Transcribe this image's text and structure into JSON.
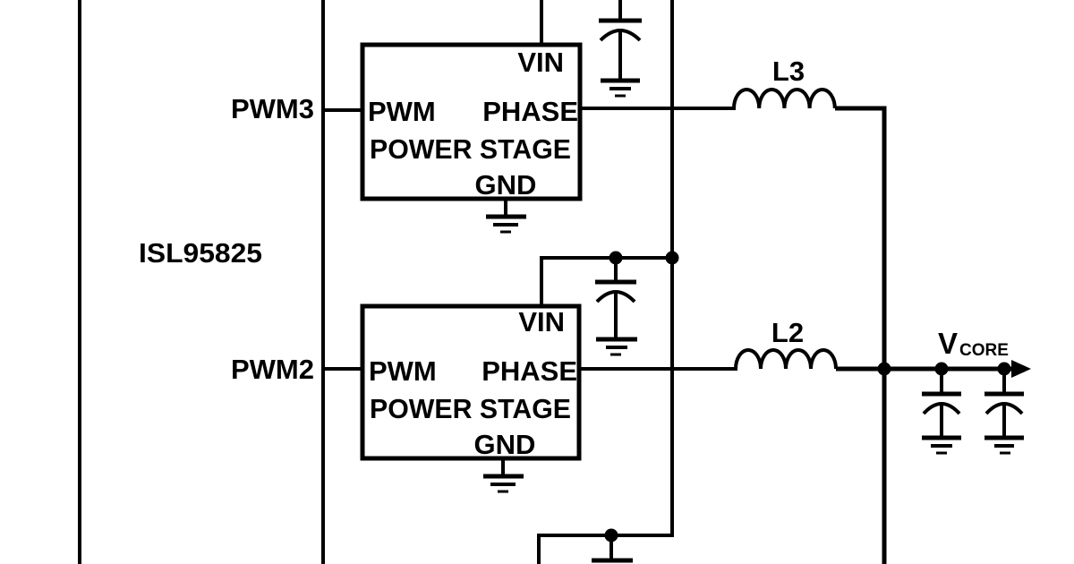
{
  "schematic": {
    "colors": {
      "line": "#000000",
      "background": "#ffffff"
    },
    "controller": {
      "name": "ISL95825"
    },
    "pwm_signals": {
      "pwm3": "PWM3",
      "pwm2": "PWM2"
    },
    "stages": [
      {
        "vin": "VIN",
        "pwm": "PWM",
        "phase": "PHASE",
        "name": "POWER STAGE",
        "gnd": "GND"
      },
      {
        "vin": "VIN",
        "pwm": "PWM",
        "phase": "PHASE",
        "name": "POWER STAGE",
        "gnd": "GND"
      }
    ],
    "inductors": {
      "l3": "L3",
      "l2": "L2"
    },
    "output": {
      "label": "V",
      "subscript": "CORE"
    }
  }
}
